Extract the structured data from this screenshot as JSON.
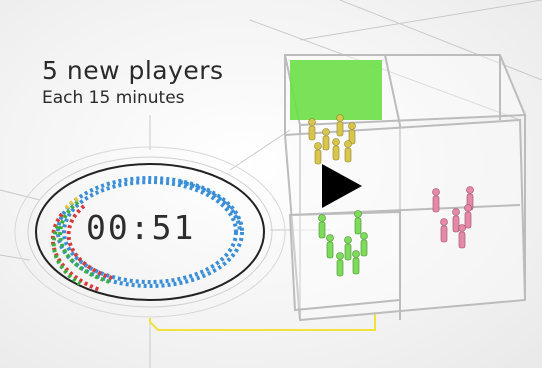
{
  "video": {
    "headline": "5 new players",
    "subline": "Each 15 minutes",
    "timer": "00:51",
    "play_icon": "play-icon"
  },
  "colors": {
    "green_room": "#6ee04a",
    "yellow_team": "#d8c64a",
    "green_team": "#7fdc5a",
    "pink_team": "#e48aa6",
    "dots_blue": "#3a8fd8",
    "dots_red": "#d83a3a",
    "dots_green": "#3cae3c",
    "dots_yellow": "#e8c83a",
    "connector": "#f0e23a"
  }
}
